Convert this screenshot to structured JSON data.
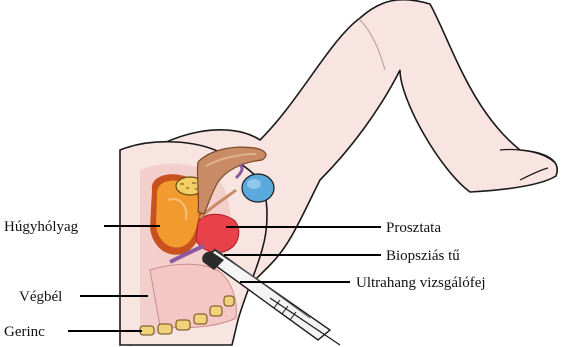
{
  "labels": {
    "bladder": "Húgyhólyag",
    "rectum": "Végbél",
    "spine": "Gerinc",
    "prostate": "Prosztata",
    "biopsy_needle": "Biopsziás tű",
    "ultrasound_probe": "Ultrahang vizsgálófej"
  },
  "colors": {
    "skin": "#f8e4e0",
    "skin_outline": "#1a1a1a",
    "tissue": "#f2cfcb",
    "bladder": "#f19a2e",
    "bladder_wall": "#c8511e",
    "prostate": "#e8414a",
    "penis_tissue": "#c98b66",
    "testis": "#5aa9dd",
    "pubic_bone": "#f1cf63",
    "vertebra": "#efd27a",
    "purple_vessel": "#8c5aa0",
    "probe": "#2b2b2b"
  }
}
